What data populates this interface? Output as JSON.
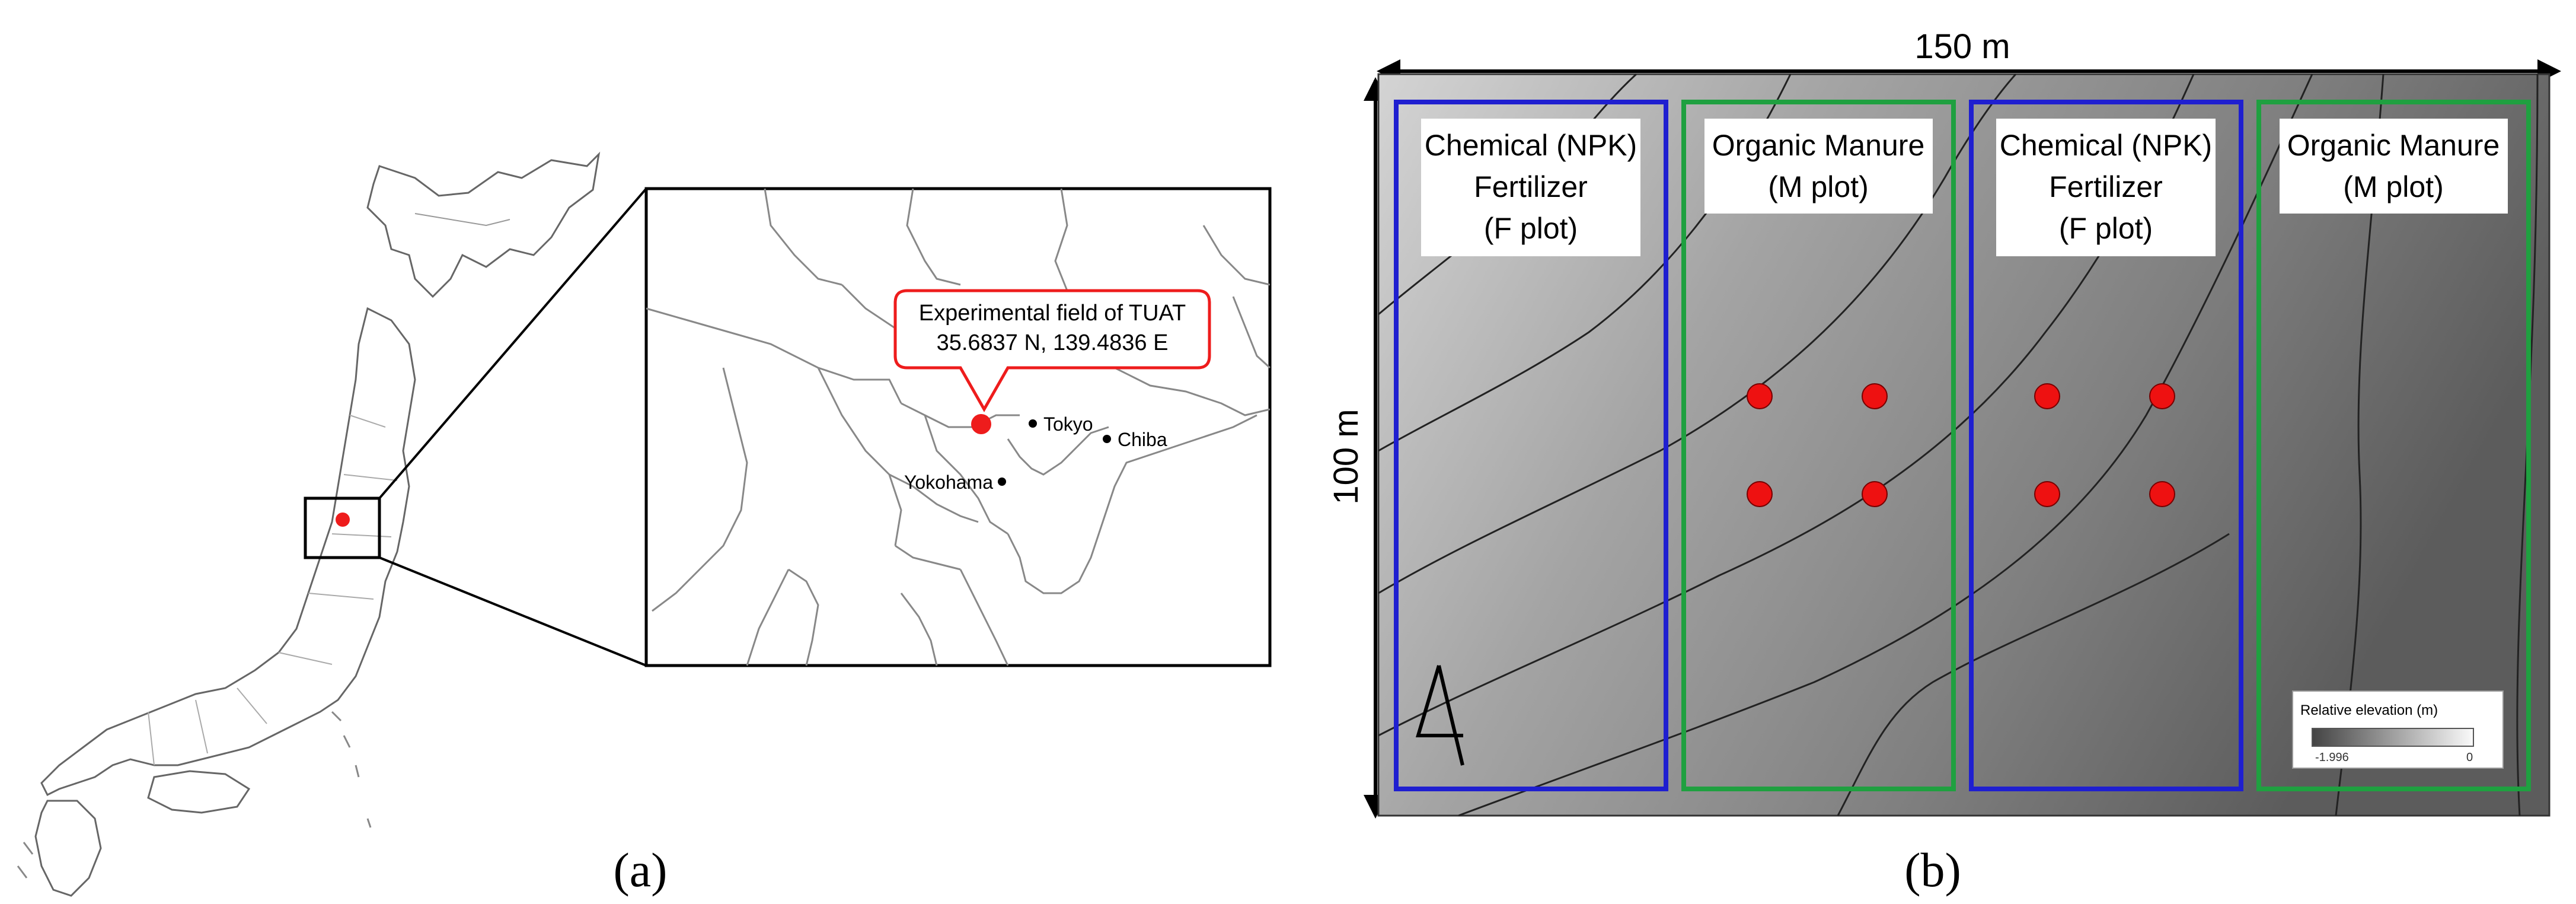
{
  "panel_a": {
    "caption": "(a)",
    "callout": {
      "title": "Experimental field of TUAT",
      "coords": "35.6837 N, 139.4836 E"
    },
    "cities": [
      {
        "name": "Tokyo"
      },
      {
        "name": "Chiba"
      },
      {
        "name": "Yokohama"
      }
    ],
    "colors": {
      "site_marker": "#ee1c1c",
      "callout_border": "#ee1c1c"
    }
  },
  "panel_b": {
    "caption": "(b)",
    "width_label": "150 m",
    "height_label": "100 m",
    "plots": [
      {
        "lines": [
          "Chemical (NPK)",
          "Fertilizer",
          "(F plot)"
        ],
        "border": "#1f1fd0"
      },
      {
        "lines": [
          "Organic Manure",
          "(M plot)"
        ],
        "border": "#1fa040"
      },
      {
        "lines": [
          "Chemical (NPK)",
          "Fertilizer",
          "(F plot)"
        ],
        "border": "#1f1fd0"
      },
      {
        "lines": [
          "Organic Manure",
          "(M plot)"
        ],
        "border": "#1fa040"
      }
    ],
    "legend": {
      "title": "Relative elevation (m)",
      "min_label": "-1.996",
      "max_label": "0"
    },
    "sample_point_color": "#ee1111"
  }
}
